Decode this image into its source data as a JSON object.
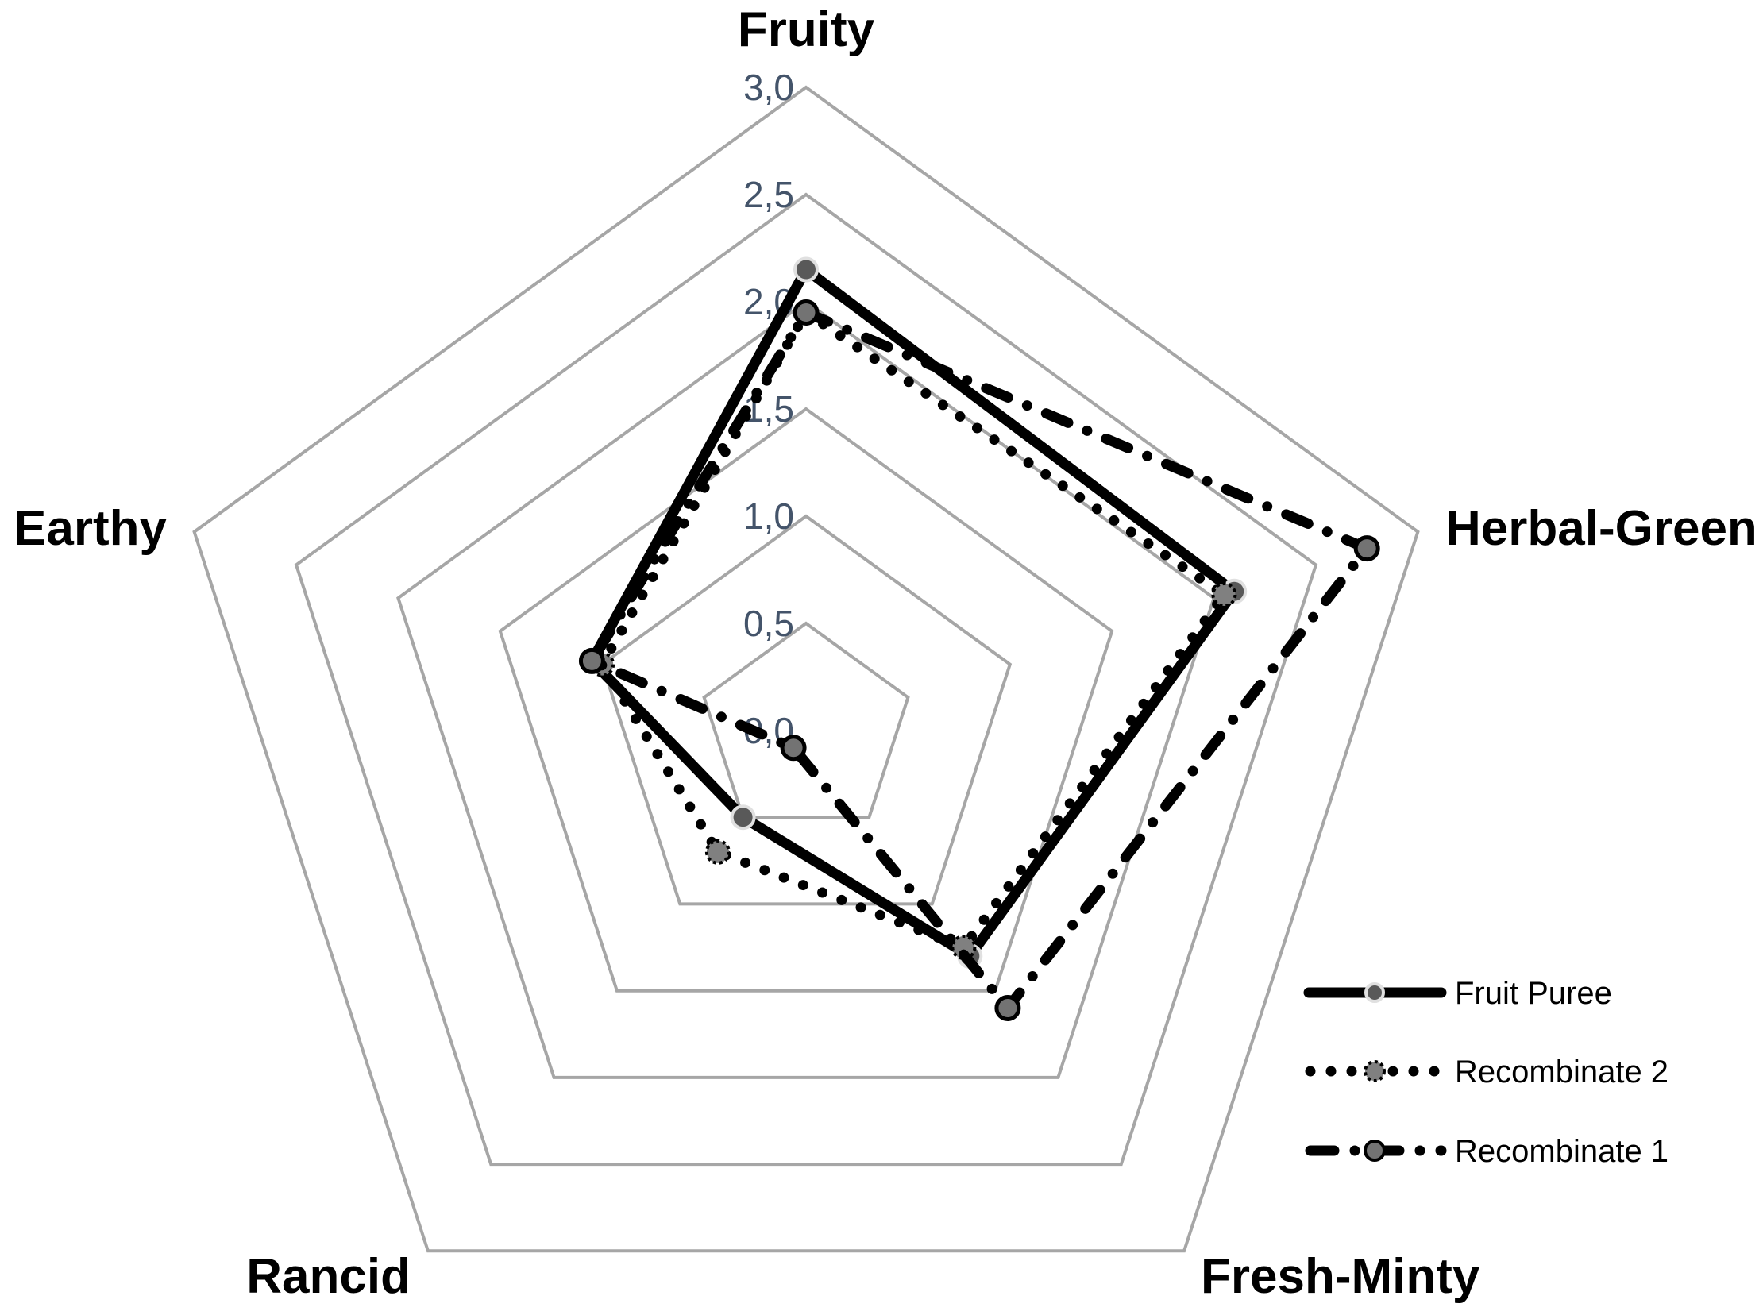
{
  "chart_data": {
    "type": "radar",
    "title": "",
    "axes": [
      "Fruity",
      "Herbal-Green",
      "Fresh-Minty",
      "Rancid",
      "Earthy"
    ],
    "rlim": [
      0,
      3
    ],
    "ticks": [
      "0,0",
      "0,5",
      "1,0",
      "1,5",
      "2,0",
      "2,5",
      "3,0"
    ],
    "tick_values": [
      0,
      0.5,
      1,
      1.5,
      2,
      2.5,
      3
    ],
    "grid": true,
    "legend_position": "bottom-right",
    "series": [
      {
        "name": "Fruit Puree",
        "values": [
          2.15,
          2.1,
          1.3,
          0.5,
          1.05
        ],
        "style": "solid",
        "color": "#000000",
        "marker_color": "#595959"
      },
      {
        "name": "Recombinate 2",
        "values": [
          1.95,
          2.05,
          1.25,
          0.7,
          1.0
        ],
        "style": "dotted",
        "color": "#000000",
        "marker_color": "#808080"
      },
      {
        "name": "Recombinate 1",
        "values": [
          1.95,
          2.75,
          1.6,
          0.1,
          1.05
        ],
        "style": "dashdot",
        "color": "#000000",
        "marker_color": "#737373"
      }
    ]
  }
}
